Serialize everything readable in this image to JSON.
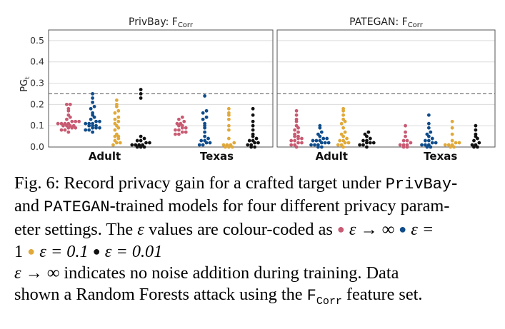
{
  "colors": {
    "eps_inf": "#c85a72",
    "eps_1": "#0f4c8a",
    "eps_0_1": "#e0a93a",
    "eps_0_01": "#111111",
    "grid": "#dcdcdc",
    "frame": "#555555",
    "dashed": "#666666"
  },
  "chart_data": [
    {
      "type": "scatter",
      "panel_title_prefix": "PrivBay: F",
      "panel_title_sub": "Corr",
      "ylabel": "PG",
      "ylabel_sub": "t",
      "ylim": [
        0,
        0.55
      ],
      "yticks": [
        "0.0",
        "0.1",
        "0.2",
        "0.3",
        "0.4",
        "0.5"
      ],
      "grid": true,
      "threshold": 0.25,
      "categories": [
        "Adult",
        "Texas"
      ],
      "series_eps": [
        "inf",
        "1",
        "0.1",
        "0.01"
      ],
      "groups": {
        "Adult": {
          "inf": [
            0.07,
            0.08,
            0.08,
            0.09,
            0.09,
            0.09,
            0.1,
            0.1,
            0.1,
            0.1,
            0.11,
            0.11,
            0.11,
            0.11,
            0.12,
            0.12,
            0.12,
            0.13,
            0.14,
            0.15,
            0.17,
            0.18,
            0.2,
            0.2
          ],
          "1": [
            0.07,
            0.08,
            0.08,
            0.09,
            0.09,
            0.09,
            0.1,
            0.1,
            0.1,
            0.11,
            0.11,
            0.11,
            0.12,
            0.12,
            0.13,
            0.14,
            0.15,
            0.16,
            0.18,
            0.19,
            0.21,
            0.23,
            0.25
          ],
          "0.1": [
            0.01,
            0.02,
            0.02,
            0.03,
            0.04,
            0.05,
            0.05,
            0.06,
            0.08,
            0.09,
            0.1,
            0.11,
            0.12,
            0.13,
            0.14,
            0.16,
            0.17,
            0.19,
            0.2,
            0.22
          ],
          "0.01": [
            0.0,
            0.0,
            0.0,
            0.01,
            0.01,
            0.01,
            0.01,
            0.02,
            0.02,
            0.03,
            0.03,
            0.04,
            0.05,
            0.23,
            0.25,
            0.27
          ]
        },
        "Texas": {
          "inf": [
            0.06,
            0.06,
            0.07,
            0.07,
            0.08,
            0.08,
            0.09,
            0.09,
            0.1,
            0.1,
            0.11,
            0.11,
            0.12,
            0.13,
            0.14
          ],
          "1": [
            0.01,
            0.01,
            0.02,
            0.02,
            0.03,
            0.03,
            0.04,
            0.05,
            0.07,
            0.09,
            0.1,
            0.11,
            0.13,
            0.14,
            0.16,
            0.17,
            0.24
          ],
          "0.1": [
            0.0,
            0.0,
            0.0,
            0.01,
            0.01,
            0.01,
            0.02,
            0.04,
            0.08,
            0.1,
            0.13,
            0.15,
            0.16,
            0.18
          ],
          "0.01": [
            0.0,
            0.0,
            0.01,
            0.01,
            0.02,
            0.02,
            0.03,
            0.03,
            0.04,
            0.05,
            0.06,
            0.08,
            0.1,
            0.12,
            0.15,
            0.18
          ]
        }
      }
    },
    {
      "type": "scatter",
      "panel_title_prefix": "PATEGAN: F",
      "panel_title_sub": "Corr",
      "ylim": [
        0,
        0.55
      ],
      "grid": true,
      "threshold": 0.25,
      "categories": [
        "Adult",
        "Texas"
      ],
      "series_eps": [
        "inf",
        "1",
        "0.1",
        "0.01"
      ],
      "groups": {
        "Adult": {
          "inf": [
            0.0,
            0.01,
            0.01,
            0.02,
            0.02,
            0.03,
            0.03,
            0.04,
            0.04,
            0.05,
            0.05,
            0.06,
            0.07,
            0.08,
            0.09,
            0.1,
            0.12,
            0.13,
            0.15,
            0.17
          ],
          "1": [
            0.0,
            0.0,
            0.01,
            0.01,
            0.01,
            0.02,
            0.02,
            0.02,
            0.03,
            0.03,
            0.03,
            0.04,
            0.04,
            0.05,
            0.06,
            0.07,
            0.09,
            0.1
          ],
          "0.1": [
            0.0,
            0.01,
            0.01,
            0.02,
            0.02,
            0.03,
            0.03,
            0.04,
            0.05,
            0.06,
            0.07,
            0.09,
            0.11,
            0.12,
            0.13,
            0.15,
            0.17,
            0.18
          ],
          "0.01": [
            0.0,
            0.01,
            0.01,
            0.02,
            0.02,
            0.02,
            0.03,
            0.03,
            0.04,
            0.05,
            0.06,
            0.07
          ]
        },
        "Texas": {
          "inf": [
            0.0,
            0.0,
            0.01,
            0.01,
            0.01,
            0.02,
            0.03,
            0.03,
            0.05,
            0.07,
            0.1
          ],
          "1": [
            0.0,
            0.0,
            0.01,
            0.01,
            0.01,
            0.02,
            0.02,
            0.03,
            0.03,
            0.04,
            0.05,
            0.06,
            0.07,
            0.09,
            0.11,
            0.15
          ],
          "0.1": [
            0.0,
            0.0,
            0.01,
            0.01,
            0.01,
            0.02,
            0.02,
            0.03,
            0.06,
            0.09,
            0.12
          ],
          "0.01": [
            0.0,
            0.0,
            0.01,
            0.01,
            0.02,
            0.03,
            0.04,
            0.05,
            0.06,
            0.08,
            0.1
          ]
        }
      }
    }
  ],
  "caption": {
    "l1_a": "Fig. 6: Record privacy gain for a crafted target under ",
    "l1_b": "PrivBay",
    "l1_c": "-",
    "l2_a": "and ",
    "l2_b": "PATEGAN",
    "l2_c": "-trained models for four different privacy param-",
    "l3_a": "eter settings. The ",
    "l3_eps": "ε",
    "l3_b": " values are colour-coded as ",
    "dot": "●",
    "leg_inf": "ε → ∞",
    "leg_1a": "ε =",
    "leg_1b": "1",
    "leg_01": "ε = 0.1",
    "leg_001": "ε = 0.01",
    "l5_a": "ε → ∞",
    "l5_b": " indicates no noise addition during training. Data",
    "l6_a": "shown a Random Forests attack using the ",
    "l6_b": "F",
    "l6_sub": "Corr",
    "l6_c": " feature set."
  }
}
